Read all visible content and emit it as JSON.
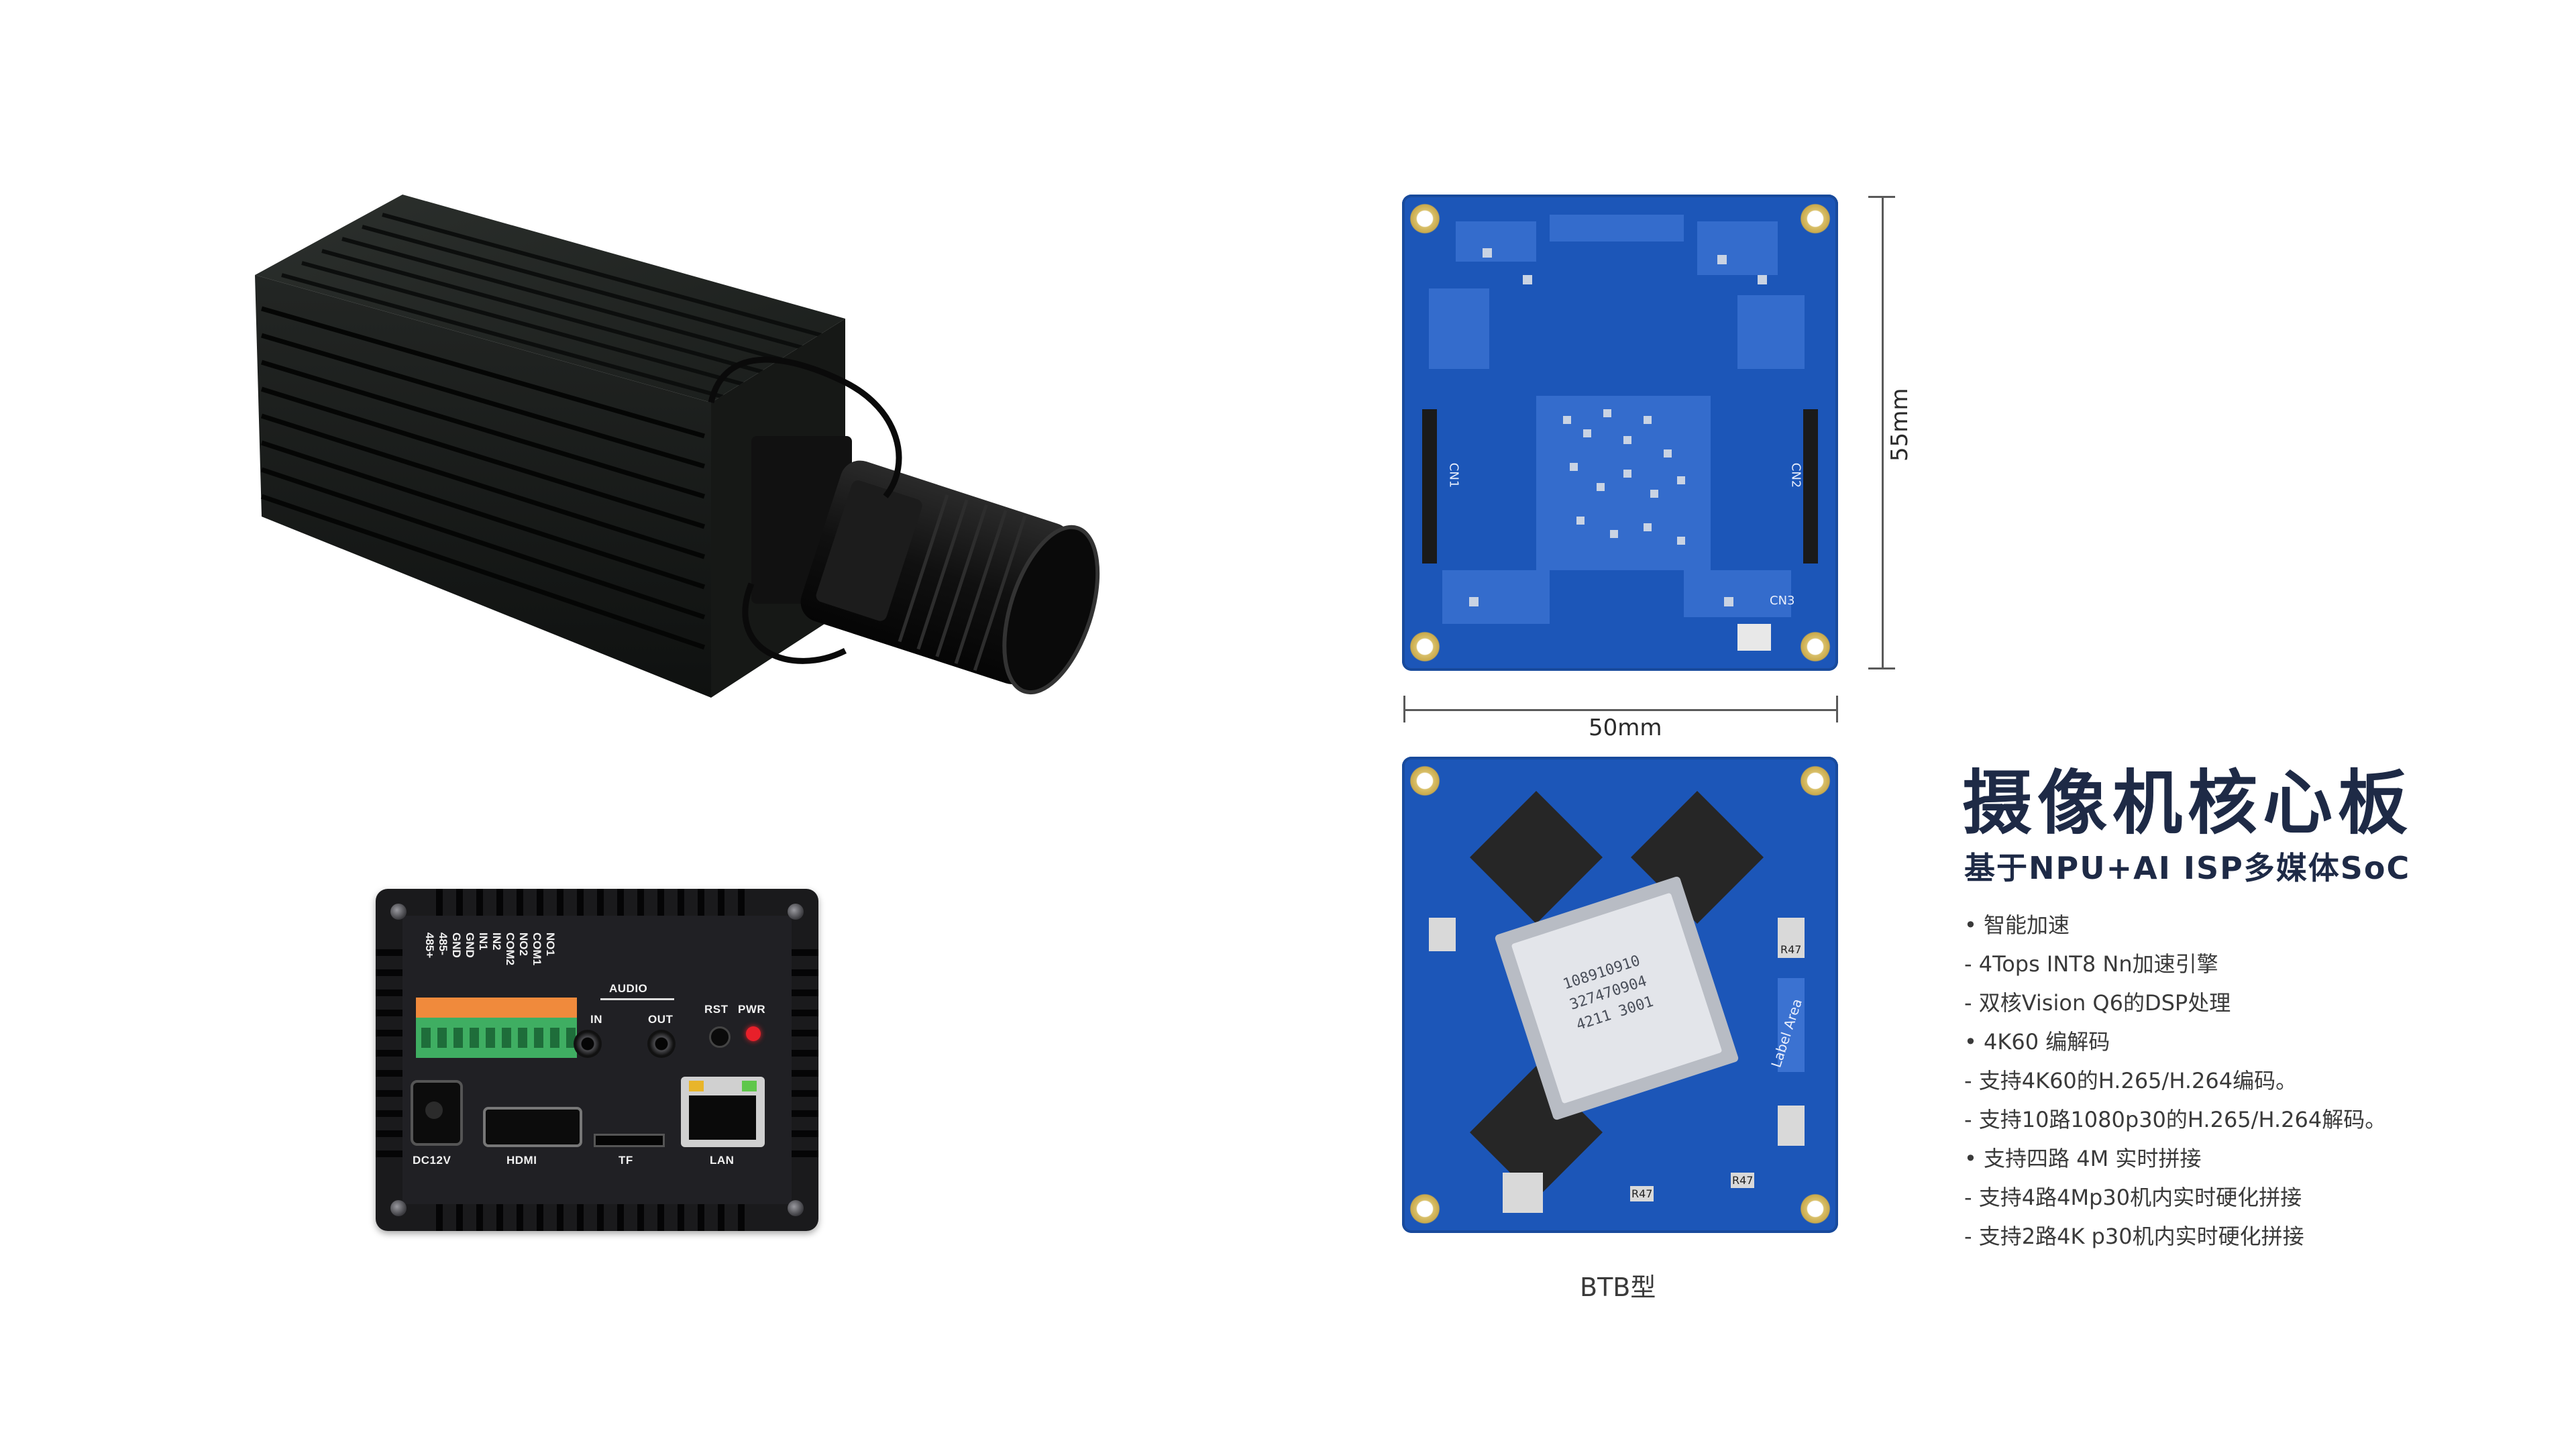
{
  "product": {
    "title": "摄像机核心板",
    "subtitle": "基于NPU+AI ISP多媒体SoC",
    "features": [
      "• 智能加速",
      "- 4Tops INT8 Nn加速引擎",
      "- 双核Vision Q6的DSP处理",
      "• 4K60 编解码",
      "- 支持4K60的H.265/H.264编码。",
      "- 支持10路1080p30的H.265/H.264解码。",
      "• 支持四路 4M 实时拼接",
      "- 支持4路4Mp30机内实时硬化拼接",
      "- 支持2路4K p30机内实时硬化拼接"
    ]
  },
  "board": {
    "height_dim": "55mm",
    "width_dim": "50mm",
    "type_label": "BTB型",
    "connector_labels": [
      "CN1",
      "CN2",
      "CN3"
    ],
    "chip_text": [
      "108910910",
      "327470904",
      "4211    3001"
    ],
    "silk_label": "Label Area",
    "part_codes": [
      "R47",
      "R47",
      "R47"
    ]
  },
  "rear_panel": {
    "terminal_labels": [
      "485+",
      "485-",
      "GND",
      "GND",
      "IN1",
      "IN2",
      "COM2",
      "NO2",
      "COM1",
      "NO1"
    ],
    "audio_label": "AUDIO",
    "audio_in": "IN",
    "audio_out": "OUT",
    "rst": "RST",
    "pwr": "PWR",
    "port_labels": [
      "DC12V",
      "HDMI",
      "TF",
      "LAN"
    ]
  },
  "colors": {
    "pcb_blue": "#1c56b8",
    "title_navy": "#1e2a46",
    "terminal_orange": "#f08a3c",
    "terminal_green": "#3fae62",
    "led_red": "#e8202a"
  }
}
